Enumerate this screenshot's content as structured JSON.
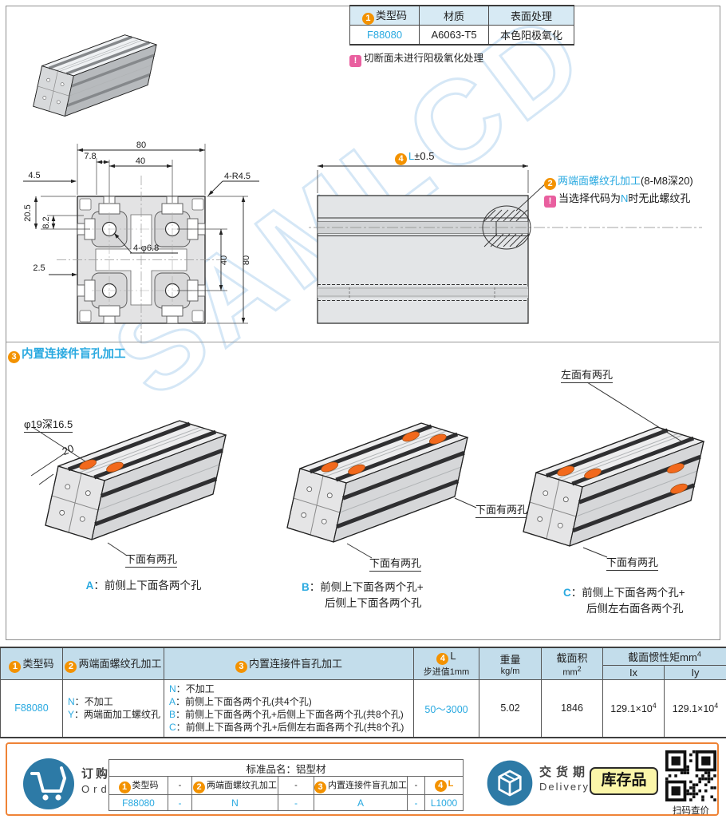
{
  "ui": {
    "colon": "：",
    "note_mark": "!"
  },
  "watermark": "SAMLCD",
  "spec": {
    "badge": "1",
    "h_code": "类型码",
    "h_material": "材质",
    "h_surface": "表面处理",
    "code": "F88080",
    "material": "A6063-T5",
    "surface": "本色阳极氧化",
    "note": "切断面未进行阳极氧化处理"
  },
  "xsec": {
    "w80": "80",
    "w40": "40",
    "d78": "7.8",
    "d45": "4.5",
    "r": "4-R4.5",
    "d205": "20.5",
    "d82": "8.2",
    "d25": "2.5",
    "holes": "4-φ6.8",
    "r40": "40",
    "r80": "80"
  },
  "side": {
    "badge": "4",
    "len_l": "L",
    "len_tol": "±0.5",
    "thr_badge": "2",
    "thr": "两端面螺纹孔加工",
    "thr_spec": "(8-M8深20)",
    "note_pre": "当选择代码为",
    "note_n": "N",
    "note_post": "时无此螺纹孔"
  },
  "sec3": {
    "badge": "3",
    "title": "内置连接件盲孔加工",
    "a": {
      "id": "A",
      "hole": "φ19深16.5",
      "d20": "20",
      "bottom": "下面有两孔",
      "cap1": "前侧上下面各两个孔"
    },
    "b": {
      "id": "B",
      "right": "下面有两孔",
      "bottom": "下面有两孔",
      "cap1": "前侧上下面各两个孔+",
      "cap2": "后侧上下面各两个孔"
    },
    "c": {
      "id": "C",
      "top": "左面有两孔",
      "bottom": "下面有两孔",
      "cap1": "前侧上下面各两个孔+",
      "cap2": "后侧左右面各两个孔"
    }
  },
  "mt": {
    "b1": "1",
    "h1": "类型码",
    "b2": "2",
    "h2": "两端面螺纹孔加工",
    "b3": "3",
    "h3": "内置连接件盲孔加工",
    "b4": "4",
    "h4l": "L",
    "h4sub": "步进值1mm",
    "h5": "重量",
    "h5u": "kg/m",
    "h6": "截面积",
    "h6u": "mm",
    "h6sup": "2",
    "h7": "截面惯性矩mm",
    "h7sup": "4",
    "ix": "Ix",
    "iy": "Iy",
    "row": {
      "code": "F88080",
      "thread": [
        {
          "k": "N",
          "v": "不加工"
        },
        {
          "k": "Y",
          "v": "两端面加工螺纹孔"
        }
      ],
      "blind": [
        {
          "k": "N",
          "v": "不加工"
        },
        {
          "k": "A",
          "v": "前侧上下面各两个孔(共4个孔)"
        },
        {
          "k": "B",
          "v": "前侧上下面各两个孔+后侧上下面各两个孔(共8个孔)"
        },
        {
          "k": "C",
          "v": "前侧上下面各两个孔+后侧左右面各两个孔(共8个孔)"
        }
      ],
      "len": "50～3000",
      "weight": "5.02",
      "area": "1846",
      "ixv": "129.1×10",
      "ixsup": "4",
      "iyv": "129.1×10",
      "iysup": "4"
    }
  },
  "order": {
    "cn": "订购范例",
    "en": "Order",
    "std": "标准品名：铝型材",
    "dash": "-",
    "c1": {
      "b": "1",
      "h": "类型码",
      "v": "F88080"
    },
    "c2": {
      "b": "2",
      "h": "两端面螺纹孔加工",
      "v": "N"
    },
    "c3": {
      "b": "3",
      "h": "内置连接件盲孔加工",
      "v": "A"
    },
    "c4": {
      "b": "4",
      "h": "L",
      "v": "L1000"
    },
    "dcn": "交货期",
    "den": "Delivery",
    "stock": "库存品",
    "qr": "扫码查价"
  }
}
